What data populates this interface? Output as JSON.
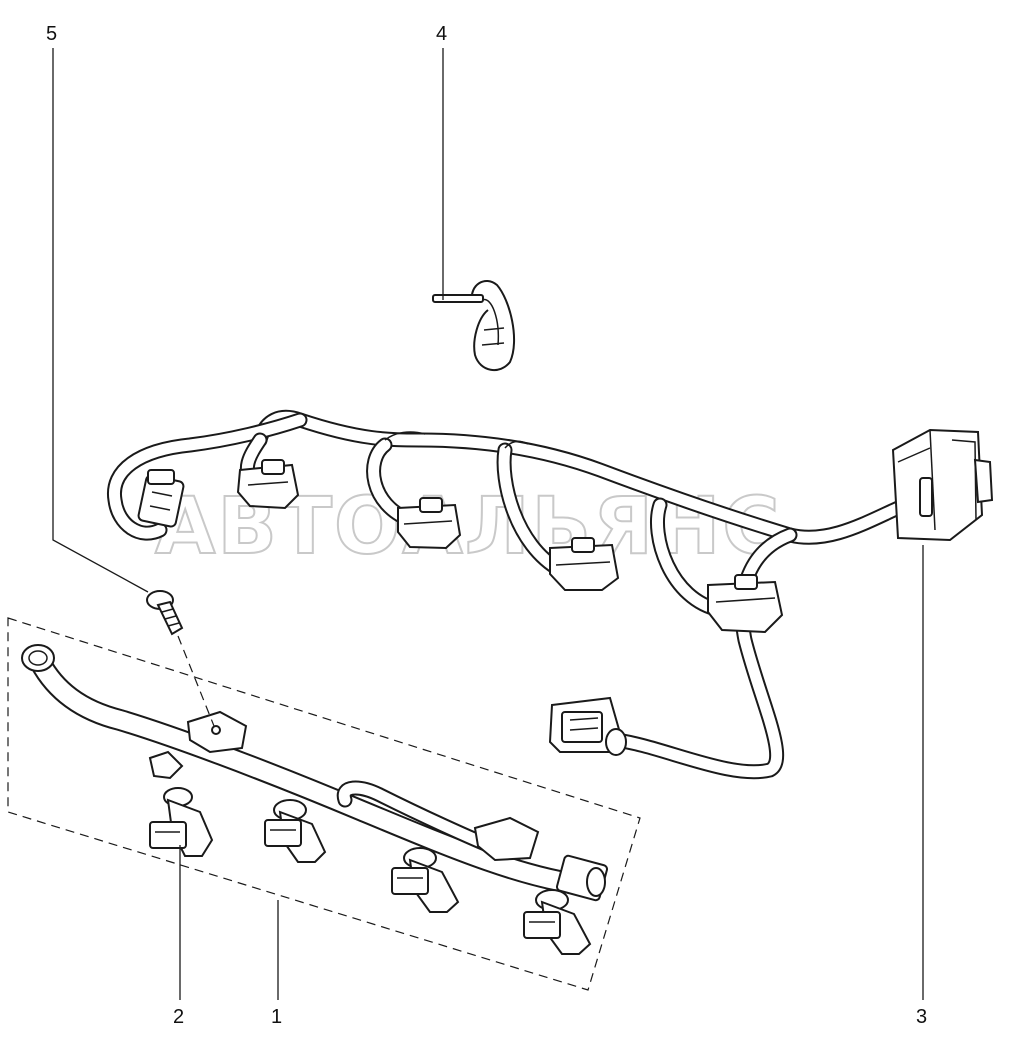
{
  "callouts": {
    "c1": "1",
    "c2": "2",
    "c3": "3",
    "c4": "4",
    "c5": "5"
  },
  "watermark": "АВТОАЛЬЯНС",
  "colors": {
    "line": "#1a1a1a",
    "background": "#ffffff",
    "watermark": "#c9c9c9"
  }
}
